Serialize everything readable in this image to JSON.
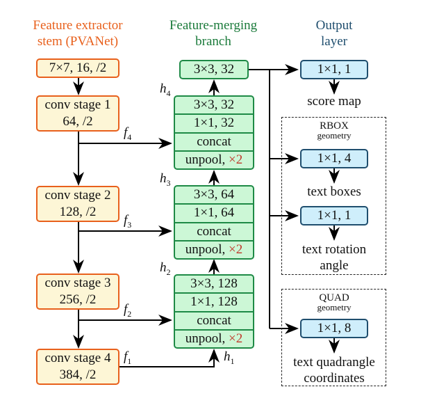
{
  "titles": {
    "stem": "Feature extractor",
    "stem2": "stem (PVANet)",
    "merge": "Feature-merging",
    "merge2": "branch",
    "out": "Output",
    "out2": "layer"
  },
  "stem": {
    "first": "7×7, 16, /2",
    "stages": [
      [
        "conv stage 1",
        "64, /2"
      ],
      [
        "conv stage 2",
        "128, /2"
      ],
      [
        "conv stage 3",
        "256, /2"
      ],
      [
        "conv stage 4",
        "384, /2"
      ]
    ]
  },
  "features": {
    "f4": "f",
    "f3": "f",
    "f2": "f",
    "f1": "f",
    "f4s": "4",
    "f3s": "3",
    "f2s": "2",
    "f1s": "1",
    "h4": "h",
    "h3": "h",
    "h2": "h",
    "h1": "h",
    "h4s": "4",
    "h3s": "3",
    "h2s": "2",
    "h1s": "1"
  },
  "merge": {
    "top": "3×3, 32",
    "blocks": [
      {
        "conv3": "3×3, 32",
        "conv1": "1×1, 32",
        "concat": "concat",
        "unpool": "unpool, ",
        "x": "×2"
      },
      {
        "conv3": "3×3, 64",
        "conv1": "1×1, 64",
        "concat": "concat",
        "unpool": "unpool, ",
        "x": "×2"
      },
      {
        "conv3": "3×3, 128",
        "conv1": "1×1, 128",
        "concat": "concat",
        "unpool": "unpool, ",
        "x": "×2"
      }
    ]
  },
  "output": {
    "score_conv": "1×1, 1",
    "score_label": "score map",
    "rbox_title": "RBOX",
    "rbox_sub": "geometry",
    "box_conv": "1×1, 4",
    "box_label": "text boxes",
    "angle_conv": "1×1, 1",
    "angle_label": "text rotation",
    "angle_label2": "angle",
    "quad_title": "QUAD",
    "quad_sub": "geometry",
    "quad_conv": "1×1, 8",
    "quad_label": "text quadrangle",
    "quad_label2": "coordinates"
  },
  "colors": {
    "stem": "#e8601c",
    "merge": "#1e8a46",
    "output": "#1f4e6e"
  }
}
